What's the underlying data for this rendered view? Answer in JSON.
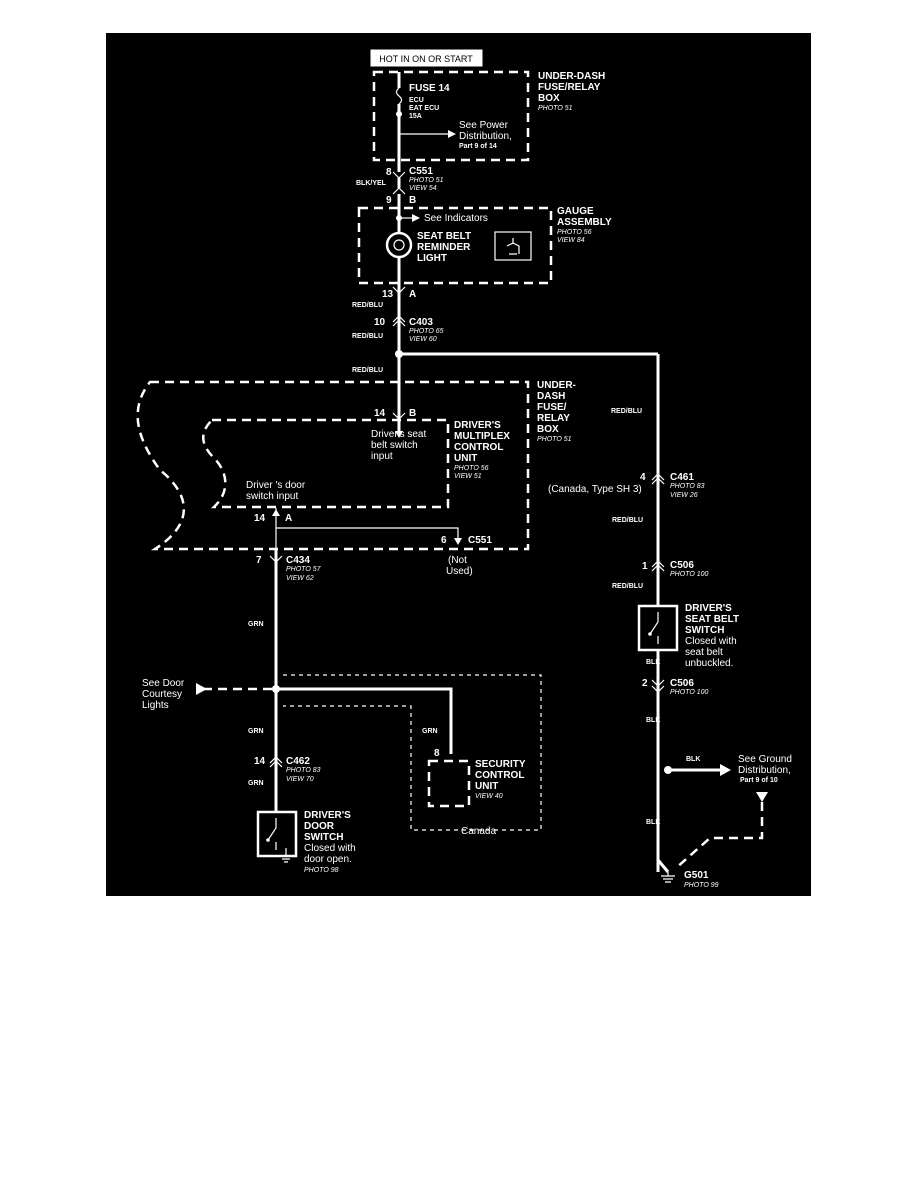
{
  "hot_label": "HOT IN ON OR START",
  "fuse_box": {
    "title_l1": "UNDER-DASH",
    "title_l2": "FUSE/RELAY",
    "title_l3": "BOX",
    "photo": "PHOTO 51",
    "fuse": "FUSE 14",
    "fuse_a": "ECU",
    "fuse_b": "EAT ECU",
    "fuse_c": "15A",
    "see_l1": "See Power",
    "see_l2": "Distribution,",
    "see_l3": "Part 9 of 14"
  },
  "c551_top": {
    "pin_top": "8",
    "pin_bot": "9",
    "name": "C551",
    "photo": "PHOTO 51",
    "view": "VIEW 54",
    "wire": "BLK/YEL",
    "b": "B"
  },
  "gauge": {
    "title_l1": "GAUGE",
    "title_l2": "ASSEMBLY",
    "photo": "PHOTO 56",
    "view": "VIEW 84",
    "see": "See Indicators",
    "light_l1": "SEAT BELT",
    "light_l2": "REMINDER",
    "light_l3": "LIGHT",
    "pin": "13",
    "a": "A",
    "wire": "RED/BLU"
  },
  "c403": {
    "pin": "10",
    "name": "C403",
    "photo": "PHOTO 65",
    "view": "VIEW 60",
    "wire": "RED/BLU",
    "wire2": "RED/BLU"
  },
  "mux_box": {
    "t1": "UNDER-",
    "t2": "DASH",
    "t3": "FUSE/",
    "t4": "RELAY",
    "t5": "BOX",
    "photo": "PHOTO 51",
    "pin_b": "14",
    "b": "B",
    "unit_l1": "DRIVER'S",
    "unit_l2": "MULTIPLEX",
    "unit_l3": "CONTROL",
    "unit_l4": "UNIT",
    "unit_photo": "PHOTO 56",
    "unit_view": "VIEW 51",
    "seat_in_l1": "Driver's seat",
    "seat_in_l2": "belt switch",
    "seat_in_l3": "input",
    "door_in_l1": "Driver 's door",
    "door_in_l2": "switch input",
    "pin_a": "14",
    "a": "A",
    "c551_pin": "6",
    "c551": "C551",
    "not_used_l1": "(Not",
    "not_used_l2": "Used)"
  },
  "c434": {
    "pin": "7",
    "name": "C434",
    "photo": "PHOTO 57",
    "view": "VIEW 62"
  },
  "door_lights": {
    "l1": "See Door",
    "l2": "Courtesy",
    "l3": "Lights"
  },
  "wires": {
    "grn_top": "GRN",
    "grn_mid": "GRN",
    "grn_sec": "GRN",
    "grn_bot": "GRN"
  },
  "c462": {
    "pin": "14",
    "name": "C462",
    "photo": "PHOTO 83",
    "view": "VIEW 70"
  },
  "door_switch": {
    "l1": "DRIVER'S",
    "l2": "DOOR",
    "l3": "SWITCH",
    "l4": "Closed with",
    "l5": "door open.",
    "photo": "PHOTO 98"
  },
  "security": {
    "pin": "8",
    "l1": "SECURITY",
    "l2": "CONTROL",
    "l3": "UNIT",
    "view": "VIEW 40",
    "canada": "Canada"
  },
  "right_branch": {
    "wire1": "RED/BLU",
    "c461_pin": "4",
    "c461": "C461",
    "c461_note": "(Canada, Type SH 3)",
    "c461_photo": "PHOTO 83",
    "c461_view": "VIEW 26",
    "wire2": "RED/BLU",
    "c506_pin": "1",
    "c506": "C506",
    "c506_photo": "PHOTO 100",
    "wire3": "RED/BLU",
    "sw_l1": "DRIVER'S",
    "sw_l2": "SEAT BELT",
    "sw_l3": "SWITCH",
    "sw_l4": "Closed with",
    "sw_l5": "seat belt",
    "sw_l6": "unbuckled.",
    "blk1": "BLK",
    "c506b_pin": "2",
    "c506b": "C506",
    "c506b_photo": "PHOTO 100",
    "blk2": "BLK",
    "blk3": "BLK",
    "gnd_l1": "See Ground",
    "gnd_l2": "Distribution,",
    "gnd_l3": "Part 9 of 10",
    "blk4": "BLK",
    "g501": "G501",
    "g501_photo": "PHOTO 99"
  }
}
